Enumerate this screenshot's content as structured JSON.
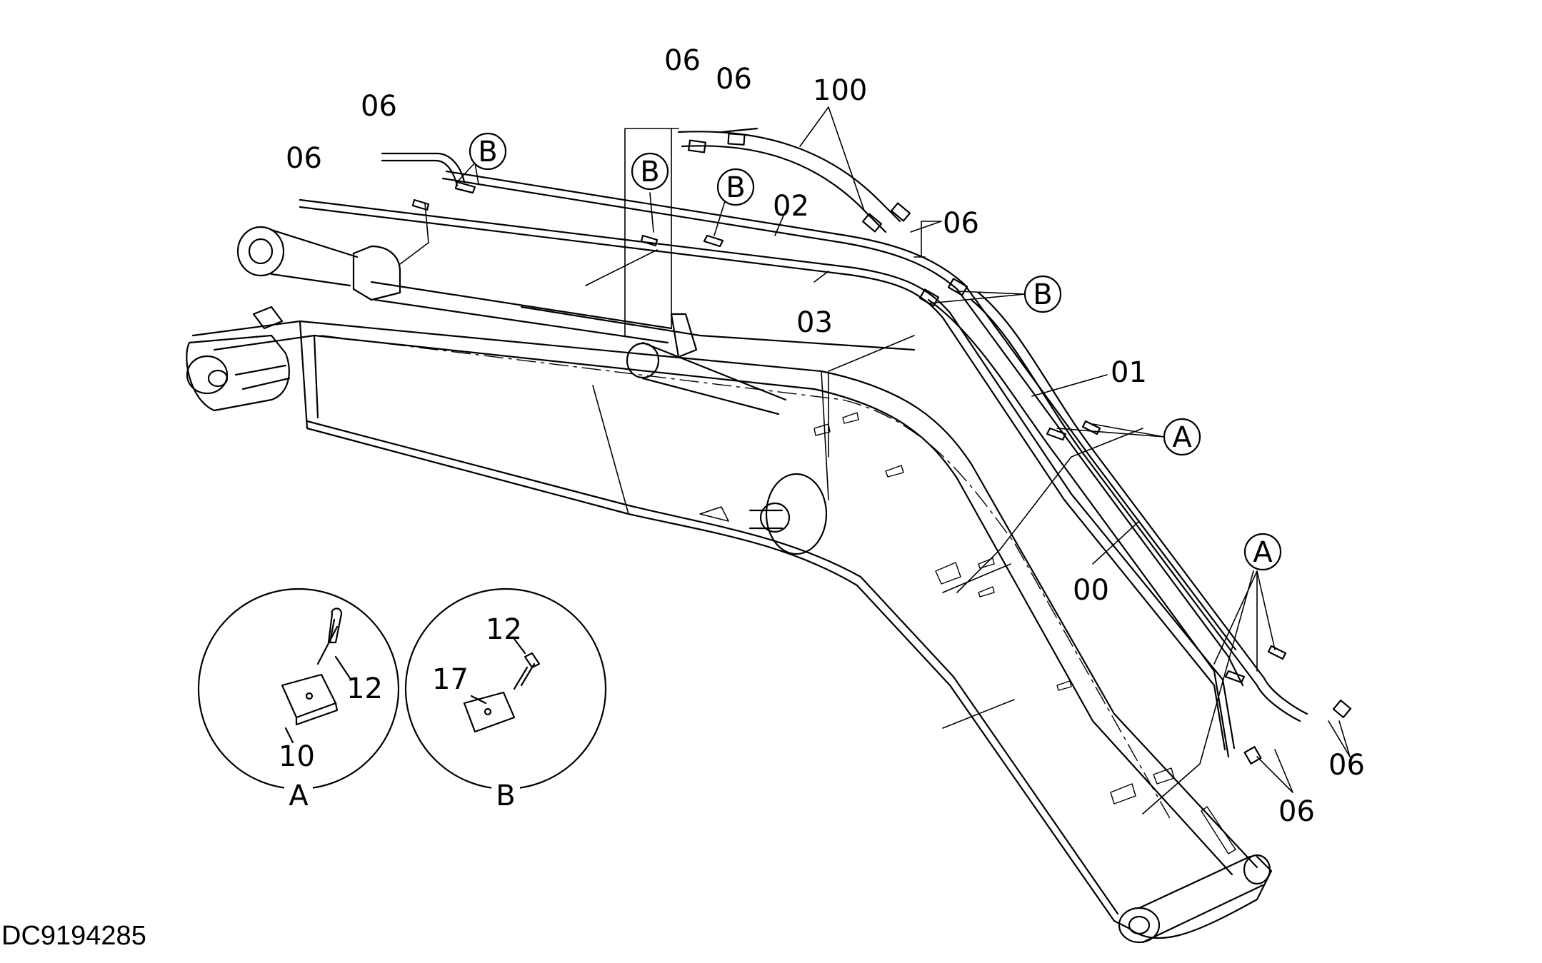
{
  "drawing": {
    "doc_id": "DC9194285",
    "part_labels": {
      "p06_a": "06",
      "p06_b": "06",
      "p06_c": "06",
      "p06_d": "06",
      "p06_e": "06",
      "p06_f": "06",
      "p06_g": "06",
      "p100": "100",
      "p02": "02",
      "p03": "03",
      "p01": "01",
      "p00": "00"
    },
    "callouts": {
      "b1": "B",
      "b2": "B",
      "b3": "B",
      "b4": "B",
      "a1": "A",
      "a2": "A"
    },
    "detail_a": {
      "title": "A",
      "bolt": "12",
      "clamp": "10"
    },
    "detail_b": {
      "title": "B",
      "bolt": "12",
      "clamp": "17"
    }
  }
}
